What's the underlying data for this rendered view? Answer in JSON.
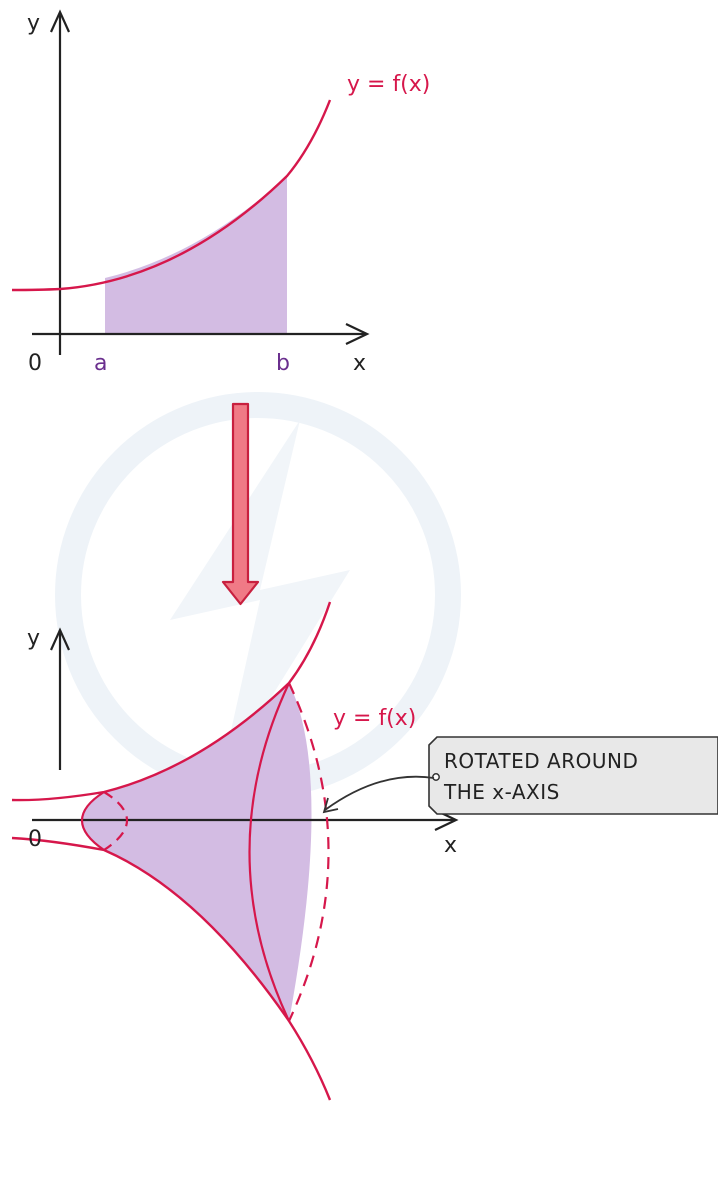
{
  "colors": {
    "curve": "#d6174b",
    "fill": "#d3bce3",
    "axis": "#222222",
    "arrow_fill": "#f07a86",
    "arrow_stroke": "#c8203f",
    "bound_label": "#6a2f8e",
    "callout_bg": "#e8e8e8",
    "watermark": "#eef3f8"
  },
  "top_graph": {
    "y_axis_label": "y",
    "x_axis_label": "x",
    "origin_label": "0",
    "curve_label": "y = f(x)",
    "lower_bound_label": "a",
    "upper_bound_label": "b"
  },
  "transition_arrow": {
    "icon": "down-arrow-icon"
  },
  "bottom_graph": {
    "y_axis_label": "y",
    "x_axis_label": "x",
    "origin_label": "0",
    "curve_label": "y = f(x)",
    "callout": {
      "line1": "ROTATED AROUND",
      "line2": "THE x-AXIS"
    }
  }
}
